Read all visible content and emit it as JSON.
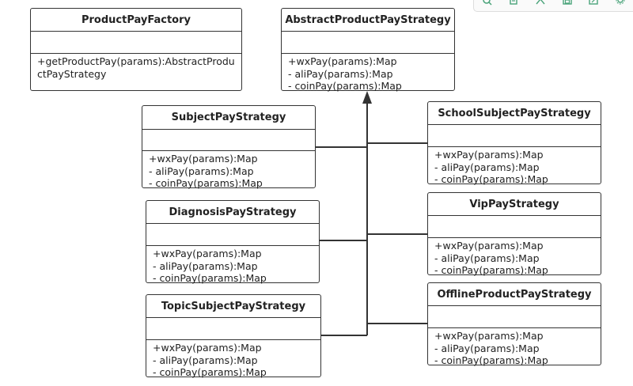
{
  "classes": {
    "factory": {
      "name": "ProductPayFactory",
      "methods": [
        "+getProductPay(params):AbstractProductPayStrategy"
      ]
    },
    "abstract": {
      "name": "AbstractProductPayStrategy",
      "methods": [
        "+wxPay(params):Map",
        "- aliPay(params):Map",
        "- coinPay(params):Map"
      ]
    },
    "subject": {
      "name": "SubjectPayStrategy",
      "methods": [
        "+wxPay(params):Map",
        "- aliPay(params):Map",
        "- coinPay(params):Map"
      ]
    },
    "diagnosis": {
      "name": "DiagnosisPayStrategy",
      "methods": [
        "+wxPay(params):Map",
        "- aliPay(params):Map",
        "- coinPay(params):Map"
      ]
    },
    "topic": {
      "name": "TopicSubjectPayStrategy",
      "methods": [
        "+wxPay(params):Map",
        "- aliPay(params):Map",
        "- coinPay(params):Map"
      ]
    },
    "school": {
      "name": "SchoolSubjectPayStrategy",
      "methods": [
        "+wxPay(params):Map",
        "- aliPay(params):Map",
        "- coinPay(params):Map"
      ]
    },
    "vip": {
      "name": "VipPayStrategy",
      "methods": [
        "+wxPay(params):Map",
        "- aliPay(params):Map",
        "- coinPay(params):Map"
      ]
    },
    "offline": {
      "name": "OfflineProductPayStrategy",
      "methods": [
        "+wxPay(params):Map",
        "- aliPay(params):Map",
        "- coinPay(params):Map"
      ]
    }
  },
  "toolbar": {
    "icons": [
      "search-icon",
      "page-icon",
      "expand-icon",
      "save-icon",
      "export-icon",
      "settings-icon"
    ]
  }
}
